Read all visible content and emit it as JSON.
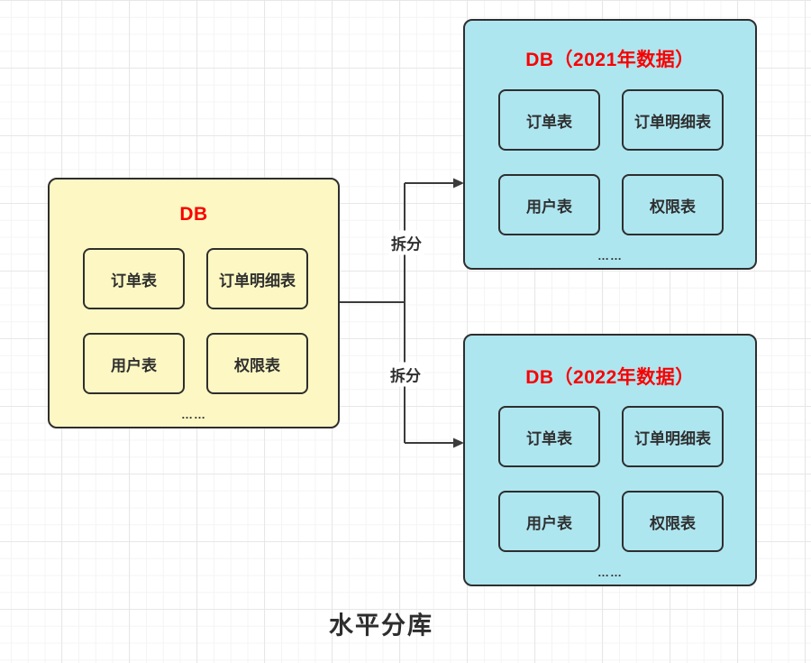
{
  "diagram": {
    "caption": "水平分库",
    "edge_labels": {
      "top": "拆分",
      "bottom": "拆分"
    },
    "source_db": {
      "title": "DB",
      "tables": [
        "订单表",
        "订单明细表",
        "用户表",
        "权限表"
      ],
      "ellipsis": "……"
    },
    "shard_2021": {
      "title": "DB（2021年数据）",
      "tables": [
        "订单表",
        "订单明细表",
        "用户表",
        "权限表"
      ],
      "ellipsis": "……"
    },
    "shard_2022": {
      "title": "DB（2022年数据）",
      "tables": [
        "订单表",
        "订单明细表",
        "用户表",
        "权限表"
      ],
      "ellipsis": "……"
    },
    "colors": {
      "source_fill": "#FDF8C3",
      "shard_fill": "#AEE6F0",
      "box_border": "#2E2E2E",
      "title_red": "#FA0000",
      "arrow": "#3B3B3B",
      "text": "#2F2F2F",
      "caption_text": "#2D2D2D"
    }
  }
}
